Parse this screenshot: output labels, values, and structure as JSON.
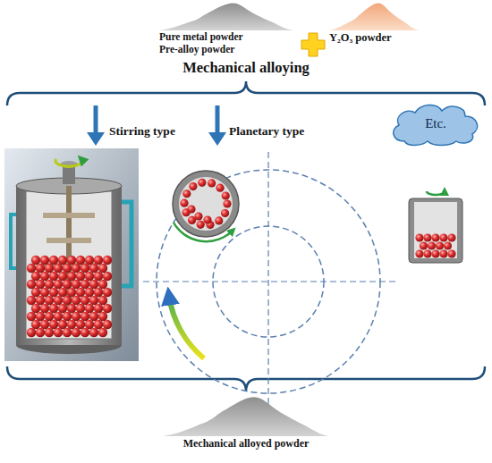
{
  "diagram": {
    "nodes": [
      {
        "text": [
          "Pure metal powder",
          "Pre-alloy powder"
        ]
      },
      {
        "text": [
          "Y₂O₃ powder"
        ]
      },
      {
        "text": [
          "Etc."
        ]
      },
      {
        "text": [
          "Mechanical alloyed powder"
        ]
      }
    ],
    "labels": [
      "Mechanical alloying",
      "Stirring type",
      "Planetary type"
    ]
  }
}
